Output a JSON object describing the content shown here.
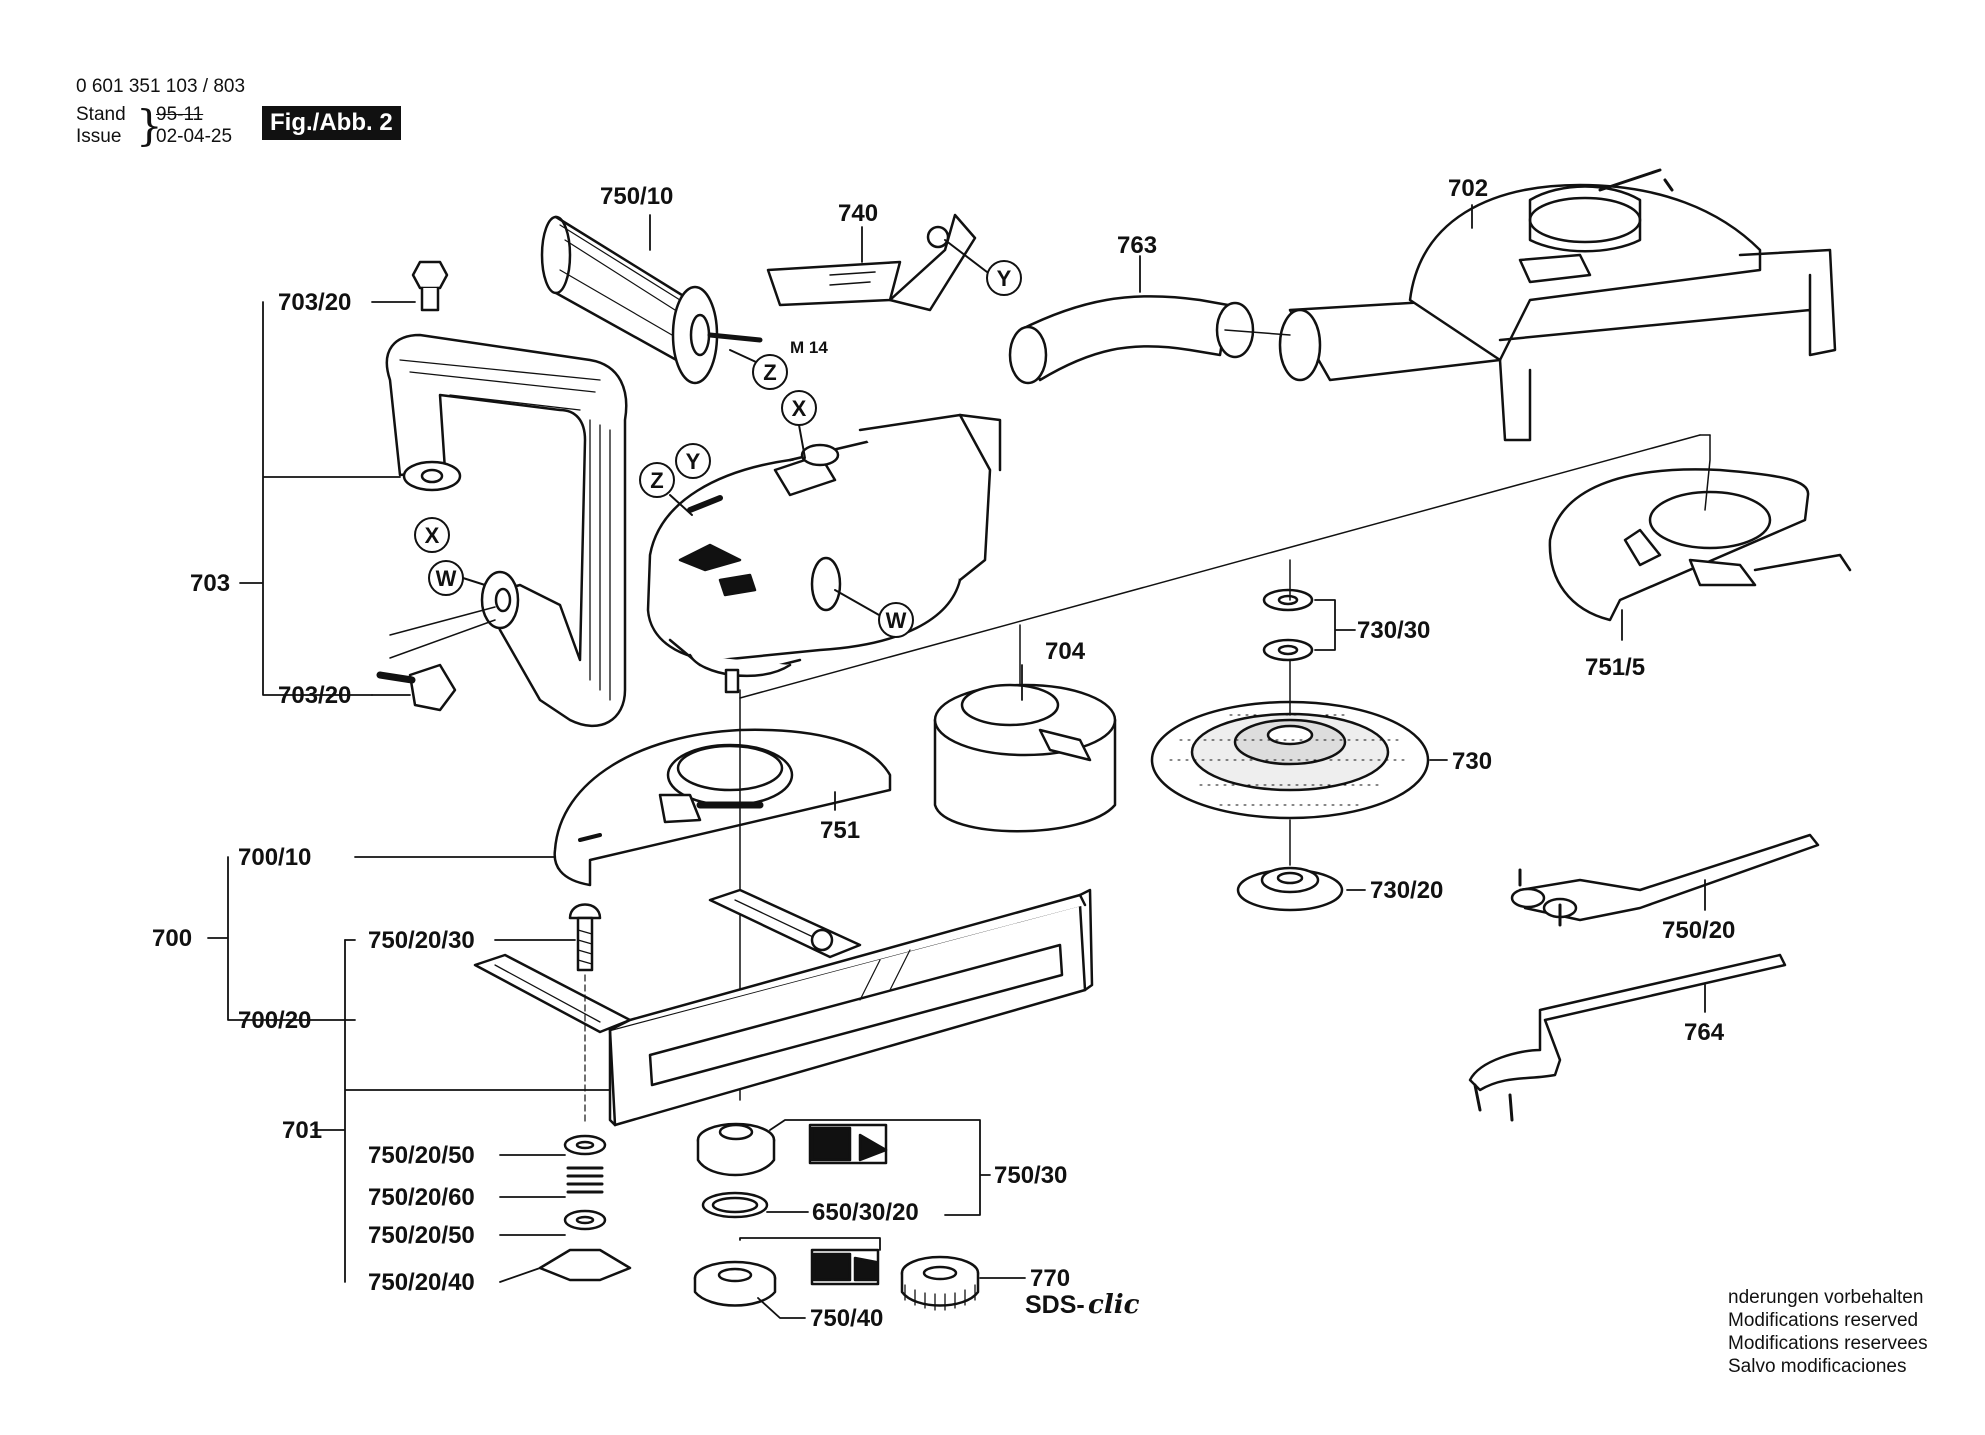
{
  "header": {
    "doc_number": "0 601 351 103 / 803",
    "stand_label": "Stand",
    "issue_label": "Issue",
    "stand_value": "95-11",
    "issue_value": "02-04-25",
    "figure_tag": "Fig./Abb. 2"
  },
  "labels": {
    "l750_10": "750/10",
    "l740": "740",
    "l763": "763",
    "l702": "702",
    "l703_20a": "703/20",
    "l703": "703",
    "l703_20b": "703/20",
    "m14": "M 14",
    "l704": "704",
    "l730_30": "730/30",
    "l751_5": "751/5",
    "l730": "730",
    "l751": "751",
    "l700_10": "700/10",
    "l700": "700",
    "l700_20": "700/20",
    "l730_20": "730/20",
    "l750_20": "750/20",
    "l750_20_30": "750/20/30",
    "l764": "764",
    "l701": "701",
    "l750_20_50a": "750/20/50",
    "l750_20_60": "750/20/60",
    "l750_20_50b": "750/20/50",
    "l750_20_40": "750/20/40",
    "l750_30": "750/30",
    "l650_30_20": "650/30/20",
    "l770": "770",
    "l750_40": "750/40",
    "sds": "SDS-",
    "clic": "clic"
  },
  "markers": {
    "x": "X",
    "y": "Y",
    "z": "Z",
    "w": "W"
  },
  "notes": [
    "nderungen vorbehalten",
    "Modifications reserved",
    "Modifications reservees",
    "Salvo modificaciones"
  ]
}
